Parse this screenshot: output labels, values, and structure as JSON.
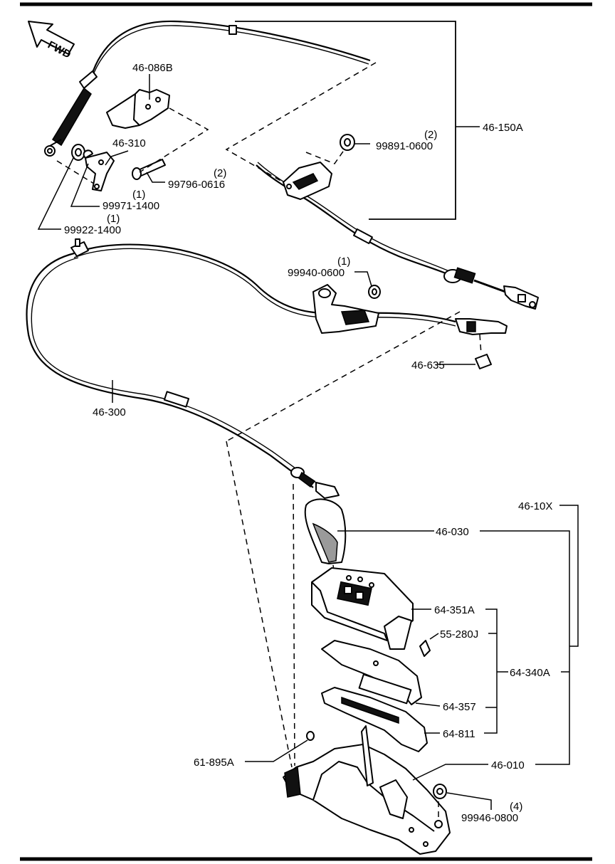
{
  "direction_label": "FWD",
  "callouts": {
    "p46_086B": "46-086B",
    "p46_310": "46-310",
    "p99796": "99796-0616",
    "p99796_qty": "(2)",
    "p99971": "99971-1400",
    "p99971_qty": "(1)",
    "p99922": "99922-1400",
    "p99922_qty": "(1)",
    "p99891": "99891-0600",
    "p99891_qty": "(2)",
    "p46_150A": "46-150A",
    "p99940": "99940-0600",
    "p99940_qty": "(1)",
    "p46_635": "46-635",
    "p46_300": "46-300",
    "p46_10X": "46-10X",
    "p46_030": "46-030",
    "p64_351A": "64-351A",
    "p55_280J": "55-280J",
    "p64_340A": "64-340A",
    "p64_357": "64-357",
    "p64_811": "64-811",
    "p61_895A": "61-895A",
    "p46_010": "46-010",
    "p99946": "99946-0800",
    "p99946_qty": "(4)"
  },
  "colors": {
    "ink": "#000000",
    "paper": "#ffffff",
    "shade": "#9a9a9a"
  }
}
